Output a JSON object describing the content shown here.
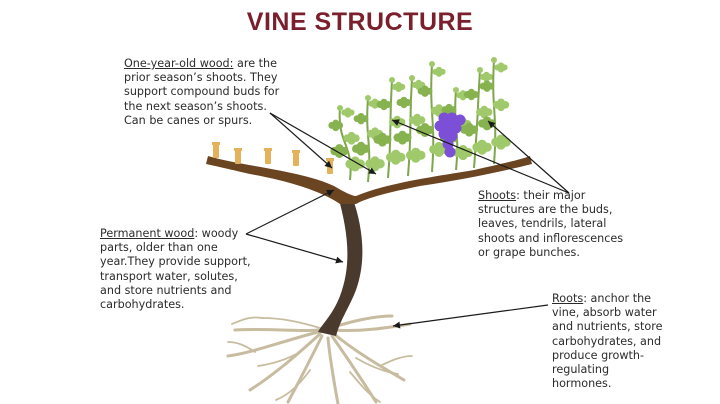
{
  "title": "VINE STRUCTURE",
  "colors": {
    "title": "#7a1f2b",
    "trunk": "#4a3a2e",
    "arm": "#6b4522",
    "leaf": "#9fc96a",
    "leaf_dark": "#86b24f",
    "grape": "#7b4fd6",
    "bud": "#e3b25a",
    "root": "#c8bca0",
    "text": "#2b2b2b"
  },
  "annotations": {
    "one_year_wood": {
      "term": "One-year-old wood:",
      "lines": [
        " are the",
        "prior season’s shoots. They",
        "support compound buds for",
        "the next season’s shoots.",
        "Can be canes or spurs."
      ]
    },
    "permanent_wood": {
      "term": "Permanent wood",
      "lines": [
        ": woody",
        "parts, older than one",
        "year.They provide support,",
        "transport water, solutes,",
        "and store nutrients and",
        "carbohydrates."
      ]
    },
    "shoots": {
      "term": "Shoots",
      "lines": [
        ": their major",
        "structures are the buds,",
        "leaves, tendrils, lateral",
        "shoots and inflorescences",
        "or grape bunches."
      ]
    },
    "roots": {
      "term": "Roots",
      "lines": [
        ": anchor the",
        "vine, absorb water",
        "and nutrients, store",
        "carbohydrates, and",
        "produce growth-",
        "regulating",
        "hormones."
      ]
    }
  }
}
